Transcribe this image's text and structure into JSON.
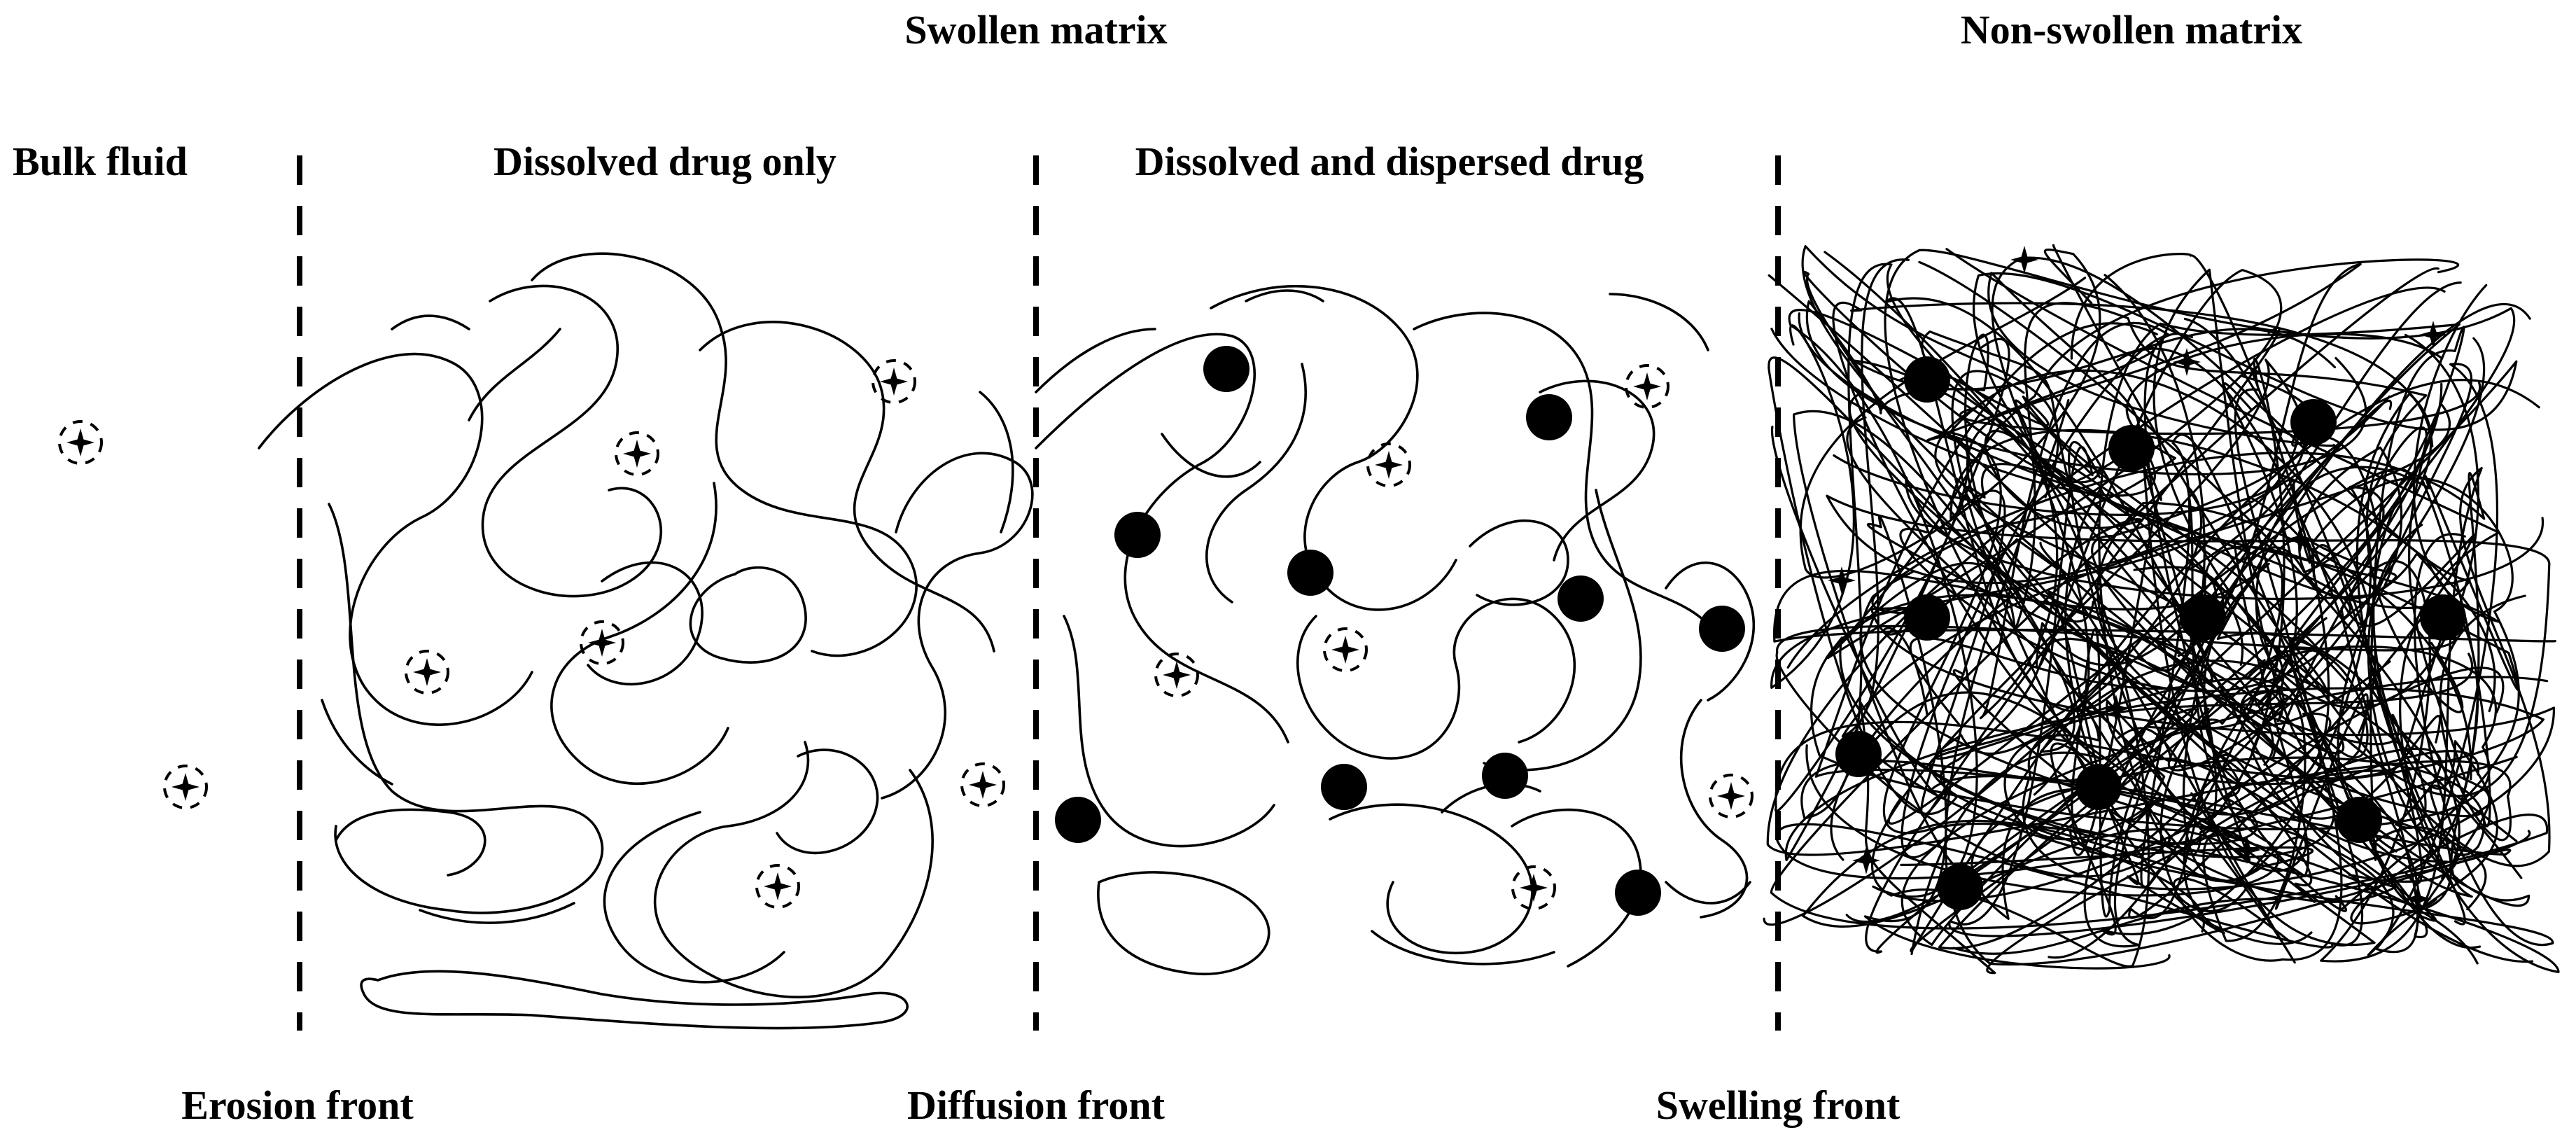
{
  "labels": {
    "swollen_matrix": "Swollen matrix",
    "non_swollen_matrix": "Non-swollen matrix",
    "bulk_fluid": "Bulk fluid",
    "dissolved_drug_only": "Dissolved drug only",
    "dissolved_and_dispersed_drug": "Dissolved and dispersed drug",
    "erosion_front": "Erosion front",
    "diffusion_front": "Diffusion front",
    "swelling_front": "Swelling front"
  },
  "legend_semantics": {
    "dissolved_drug_symbol": "four-point star with dashed halo",
    "dispersed_drug_symbol": "solid black circle",
    "front_line_style": "vertical dashed line"
  },
  "colors": {
    "background": "#ffffff",
    "ink": "#000000"
  }
}
